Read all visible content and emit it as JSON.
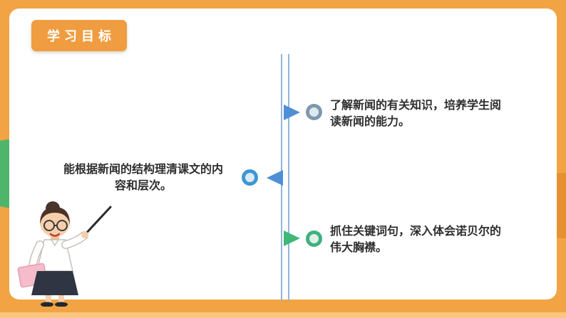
{
  "title": {
    "label": "学习目标"
  },
  "items": [
    {
      "text": "了解新闻的有关知识，培养学生阅读新闻的能力。",
      "side": "right",
      "marker_color": "blue"
    },
    {
      "text": "能根据新闻的结构理清课文的内容和层次。",
      "side": "left",
      "marker_color": "blue"
    },
    {
      "text": "抓住关键词句，深入体会诺贝尔的伟大胸襟。",
      "side": "right",
      "marker_color": "green"
    }
  ],
  "colors": {
    "frame_orange": "#F2A444",
    "title_tag_orange": "#EF9D40",
    "divider_blue": "#93B4DC",
    "arrow_blue": "#4E8FD6",
    "arrow_green": "#3FB878",
    "bullet_gray_blue": "#7E99AC",
    "bullet_blue": "#3D97D3",
    "bullet_green": "#3FB081",
    "text_dark": "#2E2E2E",
    "deco_green": "#4FB56A",
    "deco_orange": "#E5912F"
  }
}
